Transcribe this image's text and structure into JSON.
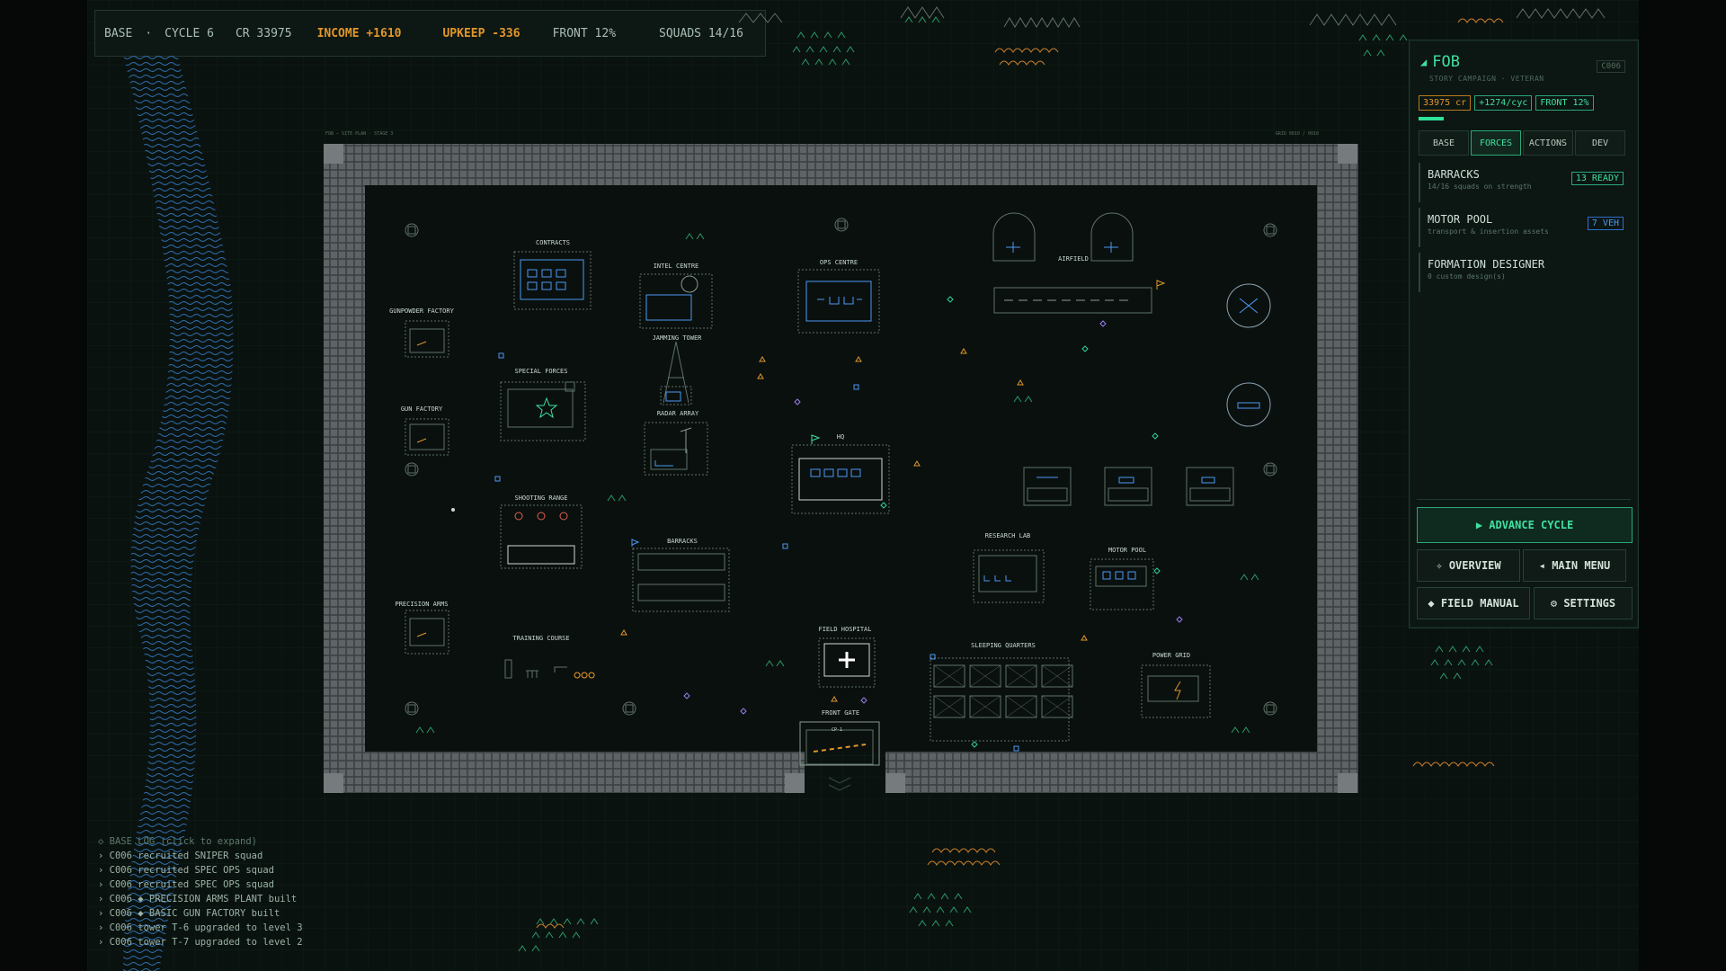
{
  "topbar": {
    "base": "BASE",
    "dot": "·",
    "cycle": "CYCLE 6",
    "credits": "CR 33975",
    "income": "INCOME +1610",
    "upkeep": "UPKEEP -336",
    "front": "FRONT 12%",
    "squads": "SQUADS 14/16"
  },
  "plan": {
    "header_left": "FOB — SITE PLAN · STAGE 3",
    "header_right": "GRID 0010 / 0010"
  },
  "buildings": {
    "contracts": "CONTRACTS",
    "intel": "INTEL CENTRE",
    "ops": "OPS CENTRE",
    "airfield": "AIRFIELD",
    "gunpowder": "GUNPOWDER FACTORY",
    "jamming": "JAMMING TOWER",
    "special": "SPECIAL FORCES",
    "radar": "RADAR ARRAY",
    "gun": "GUN FACTORY",
    "hq": "HQ",
    "shooting": "SHOOTING RANGE",
    "barracks": "BARRACKS",
    "research": "RESEARCH LAB",
    "motorpool": "MOTOR POOL",
    "precision": "PRECISION ARMS",
    "training": "TRAINING COURSE",
    "hospital": "FIELD HOSPITAL",
    "sleeping": "SLEEPING QUARTERS",
    "power": "POWER GRID",
    "gate": "FRONT GATE",
    "checkpoint": "CP-1"
  },
  "panel": {
    "icon": "flag-icon",
    "title": "FOB",
    "subtitle": "STORY CAMPAIGN · VETERAN",
    "code": "C006",
    "chip_credits": "33975 cr",
    "chip_rate": "+1274/cyc",
    "chip_front": "FRONT 12%",
    "tabs": [
      "BASE",
      "FORCES",
      "ACTIONS",
      "DEV"
    ],
    "active_tab": "FORCES",
    "cards": [
      {
        "title": "BARRACKS",
        "sub": "14/16 squads on strength",
        "badge": "13 READY"
      },
      {
        "title": "MOTOR POOL",
        "sub": "transport & insertion assets",
        "badge": "7 VEH"
      },
      {
        "title": "FORMATION DESIGNER",
        "sub": "0 custom design(s)",
        "badge": ""
      }
    ],
    "advance": "▶  ADVANCE CYCLE",
    "overview": "✧ OVERVIEW",
    "main_menu": "◂ MAIN MENU",
    "field_manual": "◆ FIELD MANUAL",
    "settings": "⚙ SETTINGS"
  },
  "log": {
    "header": "◇ BASE LOG   (click to expand)",
    "entries": [
      "› C006  recruited SNIPER squad",
      "› C006  recruited SPEC OPS squad",
      "› C006  recruited SPEC OPS squad",
      "› C006  ◆ PRECISION ARMS PLANT built",
      "› C006  ◆ BASIC GUN FACTORY built",
      "› C006  tower T-6 upgraded to level 3",
      "› C006  tower T-7 upgraded to level 2"
    ]
  },
  "colors": {
    "accent": "#3fe0a0",
    "warning": "#e0962a",
    "info": "#4c97f2",
    "wall": "#5b5f60"
  }
}
